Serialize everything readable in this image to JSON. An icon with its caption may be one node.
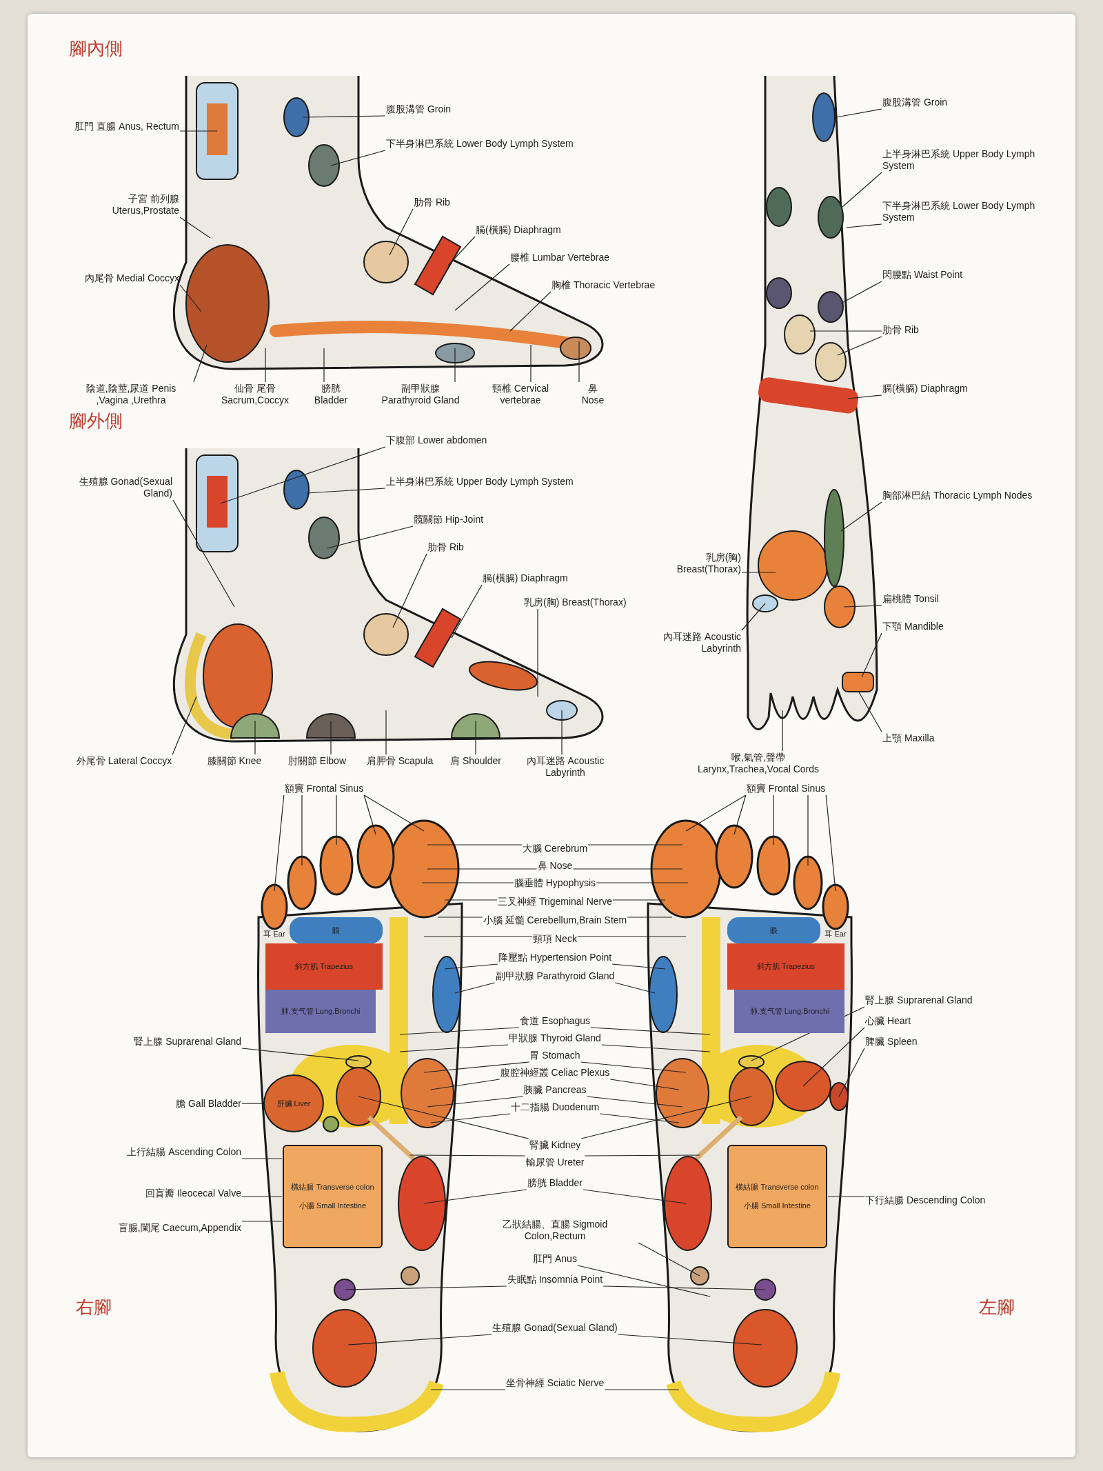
{
  "diagram": {
    "nodes": [
      {
        "text": [
          "肛門 直腸 Anus, Rectum"
        ]
      },
      {
        "text": [
          "腹股溝管 Groin"
        ]
      },
      {
        "text": [
          "下半身淋巴系統 Lower Body Lymph System"
        ]
      },
      {
        "text": [
          "子宮 前列腺 Uterus,Prostate"
        ]
      },
      {
        "text": [
          "肋骨 Rib"
        ]
      },
      {
        "text": [
          "膈(橫膈) Diaphragm"
        ]
      },
      {
        "text": [
          "腰椎 Lumbar Vertebrae"
        ]
      },
      {
        "text": [
          "內尾骨 Medial Coccyx"
        ]
      },
      {
        "text": [
          "胸椎 Thoracic Vertebrae"
        ]
      },
      {
        "text": [
          "陰道,陰莖,尿道 Penis ,Vagina ,Urethra"
        ]
      },
      {
        "text": [
          "仙骨 尾骨 Sacrum,Coccyx"
        ]
      },
      {
        "text": [
          "膀胱 Bladder"
        ]
      },
      {
        "text": [
          "副甲狀腺 Parathyroid Gland"
        ]
      },
      {
        "text": [
          "頸椎 Cervical vertebrae"
        ]
      },
      {
        "text": [
          "鼻 Nose"
        ]
      },
      {
        "text": [
          "下腹部 Lower abdomen"
        ]
      },
      {
        "text": [
          "生殖腺 Gonad(Sexual Gland)"
        ]
      },
      {
        "text": [
          "上半身淋巴系統 Upper Body Lymph System"
        ]
      },
      {
        "text": [
          "髖關節 Hip-Joint"
        ]
      },
      {
        "text": [
          "肋骨 Rib"
        ]
      },
      {
        "text": [
          "膈(橫膈) Diaphragm"
        ]
      },
      {
        "text": [
          "乳房(胸) Breast(Thorax)"
        ]
      },
      {
        "text": [
          "外尾骨 Lateral Coccyx"
        ]
      },
      {
        "text": [
          "膝關節 Knee"
        ]
      },
      {
        "text": [
          "肘關節 Elbow"
        ]
      },
      {
        "text": [
          "肩胛骨 Scapula"
        ]
      },
      {
        "text": [
          "肩 Shoulder"
        ]
      },
      {
        "text": [
          "內耳迷路 Acoustic Labyrinth"
        ]
      },
      {
        "text": [
          "腹股溝管 Groin"
        ]
      },
      {
        "text": [
          "上半身淋巴系統 Upper Body Lymph System"
        ]
      },
      {
        "text": [
          "下半身淋巴系統 Lower Body Lymph System"
        ]
      },
      {
        "text": [
          "閃腰點 Waist Point"
        ]
      },
      {
        "text": [
          "肋骨 Rib"
        ]
      },
      {
        "text": [
          "膈(橫膈) Diaphragm"
        ]
      },
      {
        "text": [
          "胸部淋巴結 Thoracic Lymph Nodes"
        ]
      },
      {
        "text": [
          "乳房(胸) Breast(Thorax)"
        ]
      },
      {
        "text": [
          "內耳迷路 Acoustic Labyrinth"
        ]
      },
      {
        "text": [
          "扁桃體 Tonsil"
        ]
      },
      {
        "text": [
          "下顎 Mandible"
        ]
      },
      {
        "text": [
          "上顎 Maxilla"
        ]
      },
      {
        "text": [
          "喉,氣管,聲帶 Larynx,Trachea,Vocal Cords"
        ]
      },
      {
        "text": [
          "額竇 Frontal Sinus"
        ]
      },
      {
        "text": [
          "額竇 Frontal Sinus"
        ]
      },
      {
        "text": [
          "大腦 Cerebrum"
        ]
      },
      {
        "text": [
          "鼻 Nose"
        ]
      },
      {
        "text": [
          "腦垂體 Hypophysis"
        ]
      },
      {
        "text": [
          "三叉神經 Trigeminal Nerve"
        ]
      },
      {
        "text": [
          "小腦 延髓 Cerebellum,Brain Stem"
        ]
      },
      {
        "text": [
          "頸項 Neck"
        ]
      },
      {
        "text": [
          "降壓點 Hypertension Point"
        ]
      },
      {
        "text": [
          "副甲狀腺 Parathyroid Gland"
        ]
      },
      {
        "text": [
          "食道 Esophagus"
        ]
      },
      {
        "text": [
          "甲狀腺 Thyroid Gland"
        ]
      },
      {
        "text": [
          "胃 Stomach"
        ]
      },
      {
        "text": [
          "腹腔神經叢 Celiac Plexus"
        ]
      },
      {
        "text": [
          "胰臟 Pancreas"
        ]
      },
      {
        "text": [
          "十二指腸 Duodenum"
        ]
      },
      {
        "text": [
          "腎臟 Kidney"
        ]
      },
      {
        "text": [
          "輸尿管 Ureter"
        ]
      },
      {
        "text": [
          "膀胱 Bladder"
        ]
      },
      {
        "text": [
          "乙狀結腸、直腸 Sigmoid Colon,Rectum"
        ]
      },
      {
        "text": [
          "肛門 Anus"
        ]
      },
      {
        "text": [
          "失眠點 Insomnia Point"
        ]
      },
      {
        "text": [
          "生殖腺 Gonad(Sexual Gland)"
        ]
      },
      {
        "text": [
          "坐骨神經 Sciatic Nerve"
        ]
      },
      {
        "text": [
          "腎上腺 Suprarenal Gland"
        ]
      },
      {
        "text": [
          "膽 Gall Bladder"
        ]
      },
      {
        "text": [
          "上行結腸 Ascending Colon"
        ]
      },
      {
        "text": [
          "回盲瓣 Ileocecal Valve"
        ]
      },
      {
        "text": [
          "盲腸,闌尾 Caecum,Appendix"
        ]
      },
      {
        "text": [
          "腎上腺 Suprarenal Gland"
        ]
      },
      {
        "text": [
          "心臟 Heart"
        ]
      },
      {
        "text": [
          "脾臟 Spleen"
        ]
      },
      {
        "text": [
          "下行結腸 Descending Colon"
        ]
      },
      {
        "text": [
          "眼"
        ]
      },
      {
        "text": [
          "斜方肌 Trapezius"
        ]
      },
      {
        "text": [
          "肺.支气管 Lung.Bronchi"
        ]
      },
      {
        "text": [
          "肝臟 Liver"
        ]
      },
      {
        "text": [
          "橫結腸 Transverse colon",
          "小腸 Small Intestine"
        ]
      },
      {
        "text": [
          "眼"
        ]
      },
      {
        "text": [
          "斜方肌 Trapezius"
        ]
      },
      {
        "text": [
          "肺.支气管 Lung.Bronchi"
        ]
      },
      {
        "text": [
          "橫結腸 Transverse colon",
          "小腸 Small Intestine"
        ]
      }
    ],
    "edges": [
      {
        "from": 0,
        "to": null,
        "arrow": "none"
      },
      {
        "from": 1,
        "to": null,
        "arrow": "none"
      },
      {
        "from": 2,
        "to": null,
        "arrow": "none"
      },
      {
        "from": 3,
        "to": null,
        "arrow": "none"
      },
      {
        "from": 4,
        "to": null,
        "arrow": "none"
      },
      {
        "from": 5,
        "to": null,
        "arrow": "none"
      },
      {
        "from": 6,
        "to": null,
        "arrow": "none"
      },
      {
        "from": 7,
        "to": null,
        "arrow": "none"
      },
      {
        "from": 8,
        "to": null,
        "arrow": "none"
      },
      {
        "from": 9,
        "to": null,
        "arrow": "none"
      },
      {
        "from": 10,
        "to": null,
        "arrow": "none"
      },
      {
        "from": 11,
        "to": null,
        "arrow": "none"
      },
      {
        "from": 12,
        "to": null,
        "arrow": "none"
      },
      {
        "from": 13,
        "to": null,
        "arrow": "none"
      },
      {
        "from": 14,
        "to": null,
        "arrow": "none"
      },
      {
        "from": 15,
        "to": null,
        "arrow": "none"
      },
      {
        "from": 16,
        "to": null,
        "arrow": "none"
      },
      {
        "from": 17,
        "to": null,
        "arrow": "none"
      },
      {
        "from": 18,
        "to": null,
        "arrow": "none"
      },
      {
        "from": 19,
        "to": null,
        "arrow": "none"
      },
      {
        "from": 20,
        "to": null,
        "arrow": "none"
      },
      {
        "from": 21,
        "to": null,
        "arrow": "none"
      },
      {
        "from": 22,
        "to": null,
        "arrow": "none"
      },
      {
        "from": 23,
        "to": null,
        "arrow": "none"
      },
      {
        "from": 24,
        "to": null,
        "arrow": "none"
      },
      {
        "from": 25,
        "to": null,
        "arrow": "none"
      },
      {
        "from": 26,
        "to": null,
        "arrow": "none"
      },
      {
        "from": 27,
        "to": null,
        "arrow": "none"
      },
      {
        "from": 28,
        "to": null,
        "arrow": "none"
      },
      {
        "from": 29,
        "to": null,
        "arrow": "none"
      },
      {
        "from": 30,
        "to": null,
        "arrow": "none"
      },
      {
        "from": 31,
        "to": null,
        "arrow": "none"
      },
      {
        "from": 32,
        "to": null,
        "arrow": "none"
      },
      {
        "from": 32,
        "to": null,
        "arrow": "none"
      },
      {
        "from": 33,
        "to": null,
        "arrow": "none"
      },
      {
        "from": 34,
        "to": null,
        "arrow": "none"
      },
      {
        "from": 35,
        "to": null,
        "arrow": "none"
      },
      {
        "from": 36,
        "to": null,
        "arrow": "none"
      },
      {
        "from": 37,
        "to": null,
        "arrow": "none"
      },
      {
        "from": 38,
        "to": null,
        "arrow": "none"
      },
      {
        "from": 39,
        "to": null,
        "arrow": "none"
      },
      {
        "from": 40,
        "to": null,
        "arrow": "none"
      },
      {
        "from": 41,
        "to": null,
        "arrow": "none"
      },
      {
        "from": 41,
        "to": null,
        "arrow": "none"
      },
      {
        "from": 41,
        "to": null,
        "arrow": "none"
      },
      {
        "from": 41,
        "to": null,
        "arrow": "none"
      },
      {
        "from": 41,
        "to": null,
        "arrow": "none"
      },
      {
        "from": 42,
        "to": null,
        "arrow": "none"
      },
      {
        "from": 42,
        "to": null,
        "arrow": "none"
      },
      {
        "from": 42,
        "to": null,
        "arrow": "none"
      },
      {
        "from": 42,
        "to": null,
        "arrow": "none"
      },
      {
        "from": 42,
        "to": null,
        "arrow": "none"
      },
      {
        "from": 43,
        "to": null,
        "arrow": "none"
      },
      {
        "from": 43,
        "to": null,
        "arrow": "none"
      },
      {
        "from": 44,
        "to": null,
        "arrow": "none"
      },
      {
        "from": 44,
        "to": null,
        "arrow": "none"
      },
      {
        "from": 45,
        "to": null,
        "arrow": "none"
      },
      {
        "from": 45,
        "to": null,
        "arrow": "none"
      },
      {
        "from": 46,
        "to": null,
        "arrow": "none"
      },
      {
        "from": 46,
        "to": null,
        "arrow": "none"
      },
      {
        "from": 47,
        "to": null,
        "arrow": "none"
      },
      {
        "from": 47,
        "to": null,
        "arrow": "none"
      },
      {
        "from": 48,
        "to": null,
        "arrow": "none"
      },
      {
        "from": 48,
        "to": null,
        "arrow": "none"
      },
      {
        "from": 49,
        "to": null,
        "arrow": "none"
      },
      {
        "from": 49,
        "to": null,
        "arrow": "none"
      },
      {
        "from": 50,
        "to": null,
        "arrow": "none"
      },
      {
        "from": 50,
        "to": null,
        "arrow": "none"
      },
      {
        "from": 51,
        "to": null,
        "arrow": "none"
      },
      {
        "from": 51,
        "to": null,
        "arrow": "none"
      },
      {
        "from": 52,
        "to": null,
        "arrow": "none"
      },
      {
        "from": 52,
        "to": null,
        "arrow": "none"
      },
      {
        "from": 53,
        "to": null,
        "arrow": "none"
      },
      {
        "from": 53,
        "to": null,
        "arrow": "none"
      },
      {
        "from": 54,
        "to": null,
        "arrow": "none"
      },
      {
        "from": 54,
        "to": null,
        "arrow": "none"
      },
      {
        "from": 55,
        "to": null,
        "arrow": "none"
      },
      {
        "from": 55,
        "to": null,
        "arrow": "none"
      },
      {
        "from": 56,
        "to": null,
        "arrow": "none"
      },
      {
        "from": 56,
        "to": null,
        "arrow": "none"
      },
      {
        "from": 57,
        "to": null,
        "arrow": "none"
      },
      {
        "from": 57,
        "to": null,
        "arrow": "none"
      },
      {
        "from": 58,
        "to": null,
        "arrow": "none"
      },
      {
        "from": 58,
        "to": null,
        "arrow": "none"
      },
      {
        "from": 59,
        "to": null,
        "arrow": "none"
      },
      {
        "from": 59,
        "to": null,
        "arrow": "none"
      },
      {
        "from": 60,
        "to": null,
        "arrow": "none"
      },
      {
        "from": 61,
        "to": null,
        "arrow": "none"
      },
      {
        "from": 62,
        "to": null,
        "arrow": "none"
      },
      {
        "from": 62,
        "to": null,
        "arrow": "none"
      },
      {
        "from": 63,
        "to": null,
        "arrow": "none"
      },
      {
        "from": 63,
        "to": null,
        "arrow": "none"
      },
      {
        "from": 64,
        "to": null,
        "arrow": "none"
      },
      {
        "from": 64,
        "to": null,
        "arrow": "none"
      },
      {
        "from": 65,
        "to": null,
        "arrow": "none"
      },
      {
        "from": 66,
        "to": 77,
        "arrow": "none"
      },
      {
        "from": 67,
        "to": 78,
        "arrow": "none"
      },
      {
        "from": 68,
        "to": 78,
        "arrow": "none"
      },
      {
        "from": 69,
        "to": 78,
        "arrow": "none"
      },
      {
        "from": 70,
        "to": null,
        "arrow": "none"
      },
      {
        "from": 71,
        "to": null,
        "arrow": "none"
      },
      {
        "from": 72,
        "to": null,
        "arrow": "none"
      },
      {
        "from": 73,
        "to": 82,
        "arrow": "none"
      }
    ],
    "labels": [
      "腳內側",
      "腳外側",
      "耳 Ear",
      "耳 Ear",
      "右腳",
      "左腳"
    ]
  }
}
